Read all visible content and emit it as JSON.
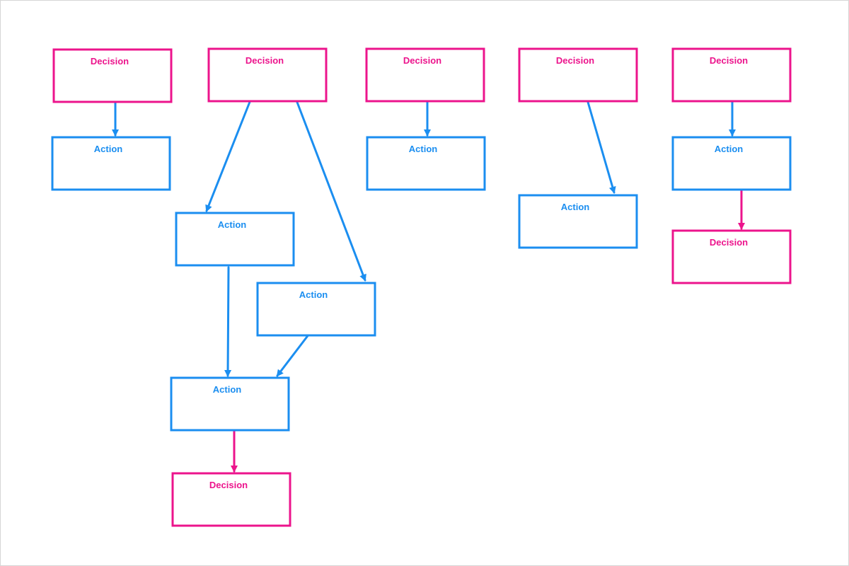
{
  "diagram": {
    "colors": {
      "decision": "#ec148c",
      "action": "#1b8ef0",
      "background": "#ffffff",
      "frame": "#d6d6d6"
    },
    "labels": {
      "decision": "Decision",
      "action": "Action"
    },
    "nodes": [
      {
        "id": "d1",
        "type": "decision",
        "label": "Decision"
      },
      {
        "id": "d2",
        "type": "decision",
        "label": "Decision"
      },
      {
        "id": "d3",
        "type": "decision",
        "label": "Decision"
      },
      {
        "id": "d4",
        "type": "decision",
        "label": "Decision"
      },
      {
        "id": "d5",
        "type": "decision",
        "label": "Decision"
      },
      {
        "id": "a1",
        "type": "action",
        "label": "Action"
      },
      {
        "id": "a2",
        "type": "action",
        "label": "Action"
      },
      {
        "id": "a3",
        "type": "action",
        "label": "Action"
      },
      {
        "id": "a4",
        "type": "action",
        "label": "Action"
      },
      {
        "id": "a5",
        "type": "action",
        "label": "Action"
      },
      {
        "id": "a6",
        "type": "action",
        "label": "Action"
      },
      {
        "id": "a7",
        "type": "action",
        "label": "Action"
      },
      {
        "id": "d6",
        "type": "decision",
        "label": "Decision"
      },
      {
        "id": "d7",
        "type": "decision",
        "label": "Decision"
      }
    ],
    "edges": [
      {
        "from": "d1",
        "to": "a1",
        "color": "action"
      },
      {
        "from": "d2",
        "to": "a2",
        "color": "action"
      },
      {
        "from": "d2",
        "to": "a3",
        "color": "action"
      },
      {
        "from": "a2",
        "to": "a4",
        "color": "action"
      },
      {
        "from": "a3",
        "to": "a4",
        "color": "action"
      },
      {
        "from": "a4",
        "to": "d6",
        "color": "decision"
      },
      {
        "from": "d3",
        "to": "a5",
        "color": "action"
      },
      {
        "from": "d4",
        "to": "a6",
        "color": "action"
      },
      {
        "from": "d5",
        "to": "a7",
        "color": "action"
      },
      {
        "from": "a7",
        "to": "d7",
        "color": "decision"
      }
    ]
  }
}
